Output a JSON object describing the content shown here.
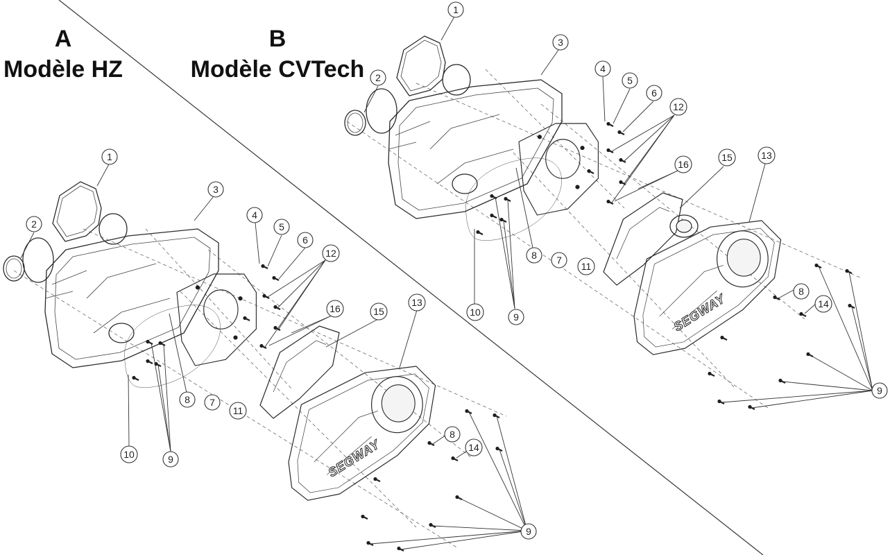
{
  "panel_a": {
    "letter": "A",
    "model": "Modèle HZ",
    "callouts": [
      "1",
      "2",
      "3",
      "4",
      "5",
      "6",
      "12",
      "16",
      "15",
      "13",
      "8",
      "7",
      "11",
      "8",
      "14",
      "10",
      "9",
      "9"
    ],
    "cover_brand": "SEGWAY"
  },
  "panel_b": {
    "letter": "B",
    "model": "Modèle CVTech",
    "callouts": [
      "1",
      "2",
      "3",
      "4",
      "5",
      "6",
      "12",
      "16",
      "15",
      "13",
      "8",
      "7",
      "11",
      "8",
      "14",
      "10",
      "9",
      "9"
    ],
    "cover_brand": "SEGWAY"
  }
}
